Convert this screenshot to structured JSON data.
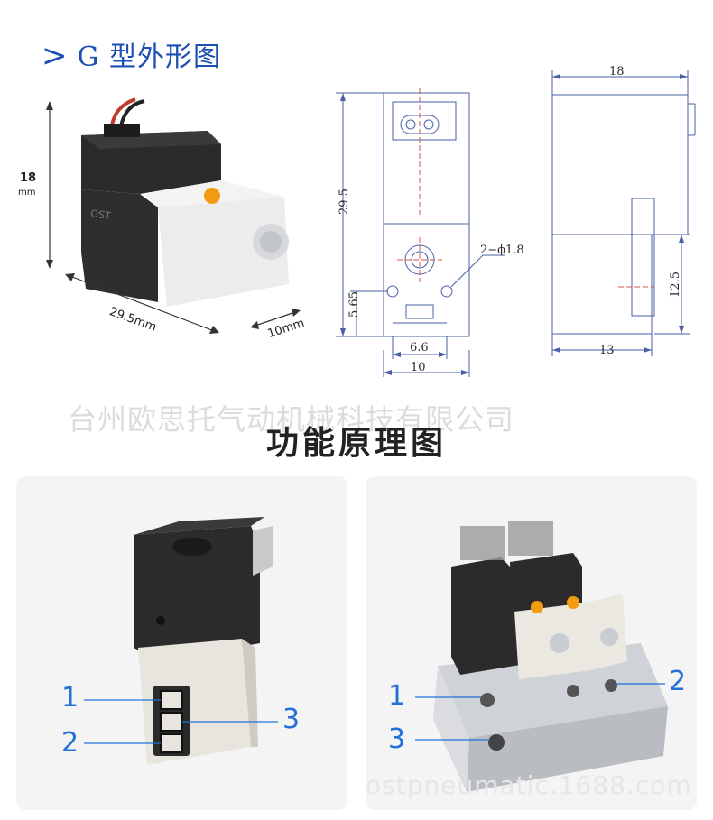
{
  "header": {
    "chevron": ">",
    "title": "G 型外形图"
  },
  "photo_dims": {
    "height": "18",
    "height_unit": "mm",
    "length": "29.5mm",
    "width": "10mm"
  },
  "front_drawing": {
    "height": "29.5",
    "hole_note": "2−ϕ1.8",
    "port_offset": "5.65",
    "port_spacing": "6.6",
    "width": "10"
  },
  "side_drawing": {
    "length": "18",
    "port_height": "12.5",
    "bottom_length": "13"
  },
  "watermark": "台州欧思托气动机械科技有限公司",
  "function": {
    "heading": "功能原理图"
  },
  "left_panel": {
    "labels": [
      "1",
      "2",
      "3"
    ]
  },
  "right_panel": {
    "labels": [
      "1",
      "2",
      "3"
    ],
    "watermark": "ostpneumatic.1688.com"
  },
  "colors": {
    "title_blue": "#1c4fb3",
    "label_blue": "#2370d8",
    "dim_red": "#d9534f",
    "dim_blue": "#4a5fa8"
  }
}
